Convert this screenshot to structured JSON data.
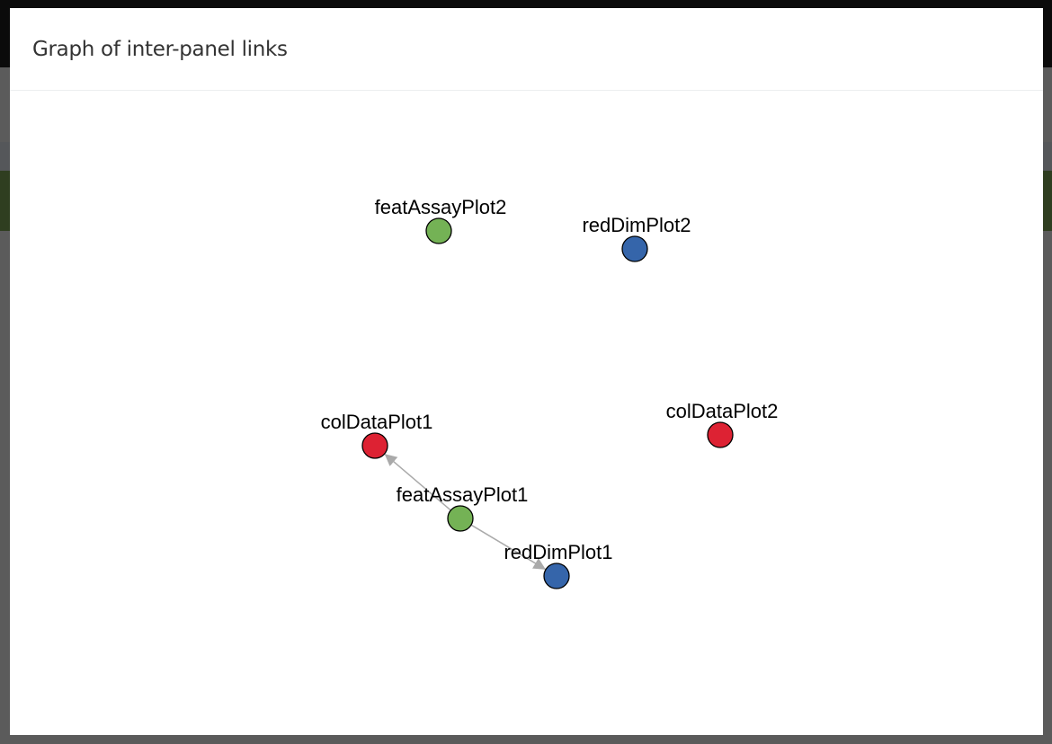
{
  "modal": {
    "title": "Graph of inter-panel links"
  },
  "graph": {
    "nodes": [
      {
        "id": "featAssayPlot2",
        "label": "featAssayPlot2",
        "color": "#74b255"
      },
      {
        "id": "redDimPlot2",
        "label": "redDimPlot2",
        "color": "#3565aa"
      },
      {
        "id": "colDataPlot1",
        "label": "colDataPlot1",
        "color": "#dd2233"
      },
      {
        "id": "colDataPlot2",
        "label": "colDataPlot2",
        "color": "#dd2233"
      },
      {
        "id": "featAssayPlot1",
        "label": "featAssayPlot1",
        "color": "#74b255"
      },
      {
        "id": "redDimPlot1",
        "label": "redDimPlot1",
        "color": "#3565aa"
      }
    ],
    "edges": [
      {
        "from": "featAssayPlot1",
        "to": "colDataPlot1"
      },
      {
        "from": "featAssayPlot1",
        "to": "redDimPlot1"
      }
    ],
    "edge_color": "#aaaaaa"
  }
}
